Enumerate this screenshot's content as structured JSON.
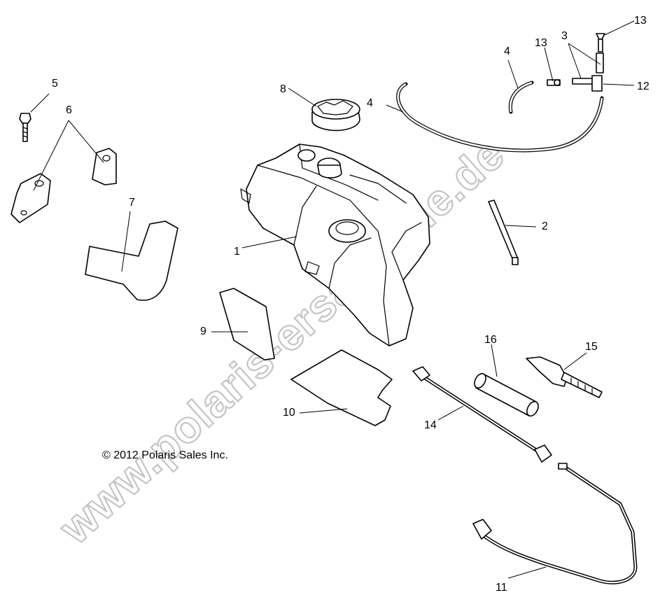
{
  "copyright": "© 2012 Polaris Sales Inc.",
  "watermark": "www.polaris-ersatzteile.de",
  "callouts": {
    "c1": "1",
    "c2": "2",
    "c3": "3",
    "c4a": "4",
    "c4b": "4",
    "c5": "5",
    "c6": "6",
    "c7": "7",
    "c8": "8",
    "c9": "9",
    "c10": "10",
    "c11": "11",
    "c12": "12",
    "c13a": "13",
    "c13b": "13",
    "c14": "14",
    "c15": "15",
    "c16": "16"
  }
}
